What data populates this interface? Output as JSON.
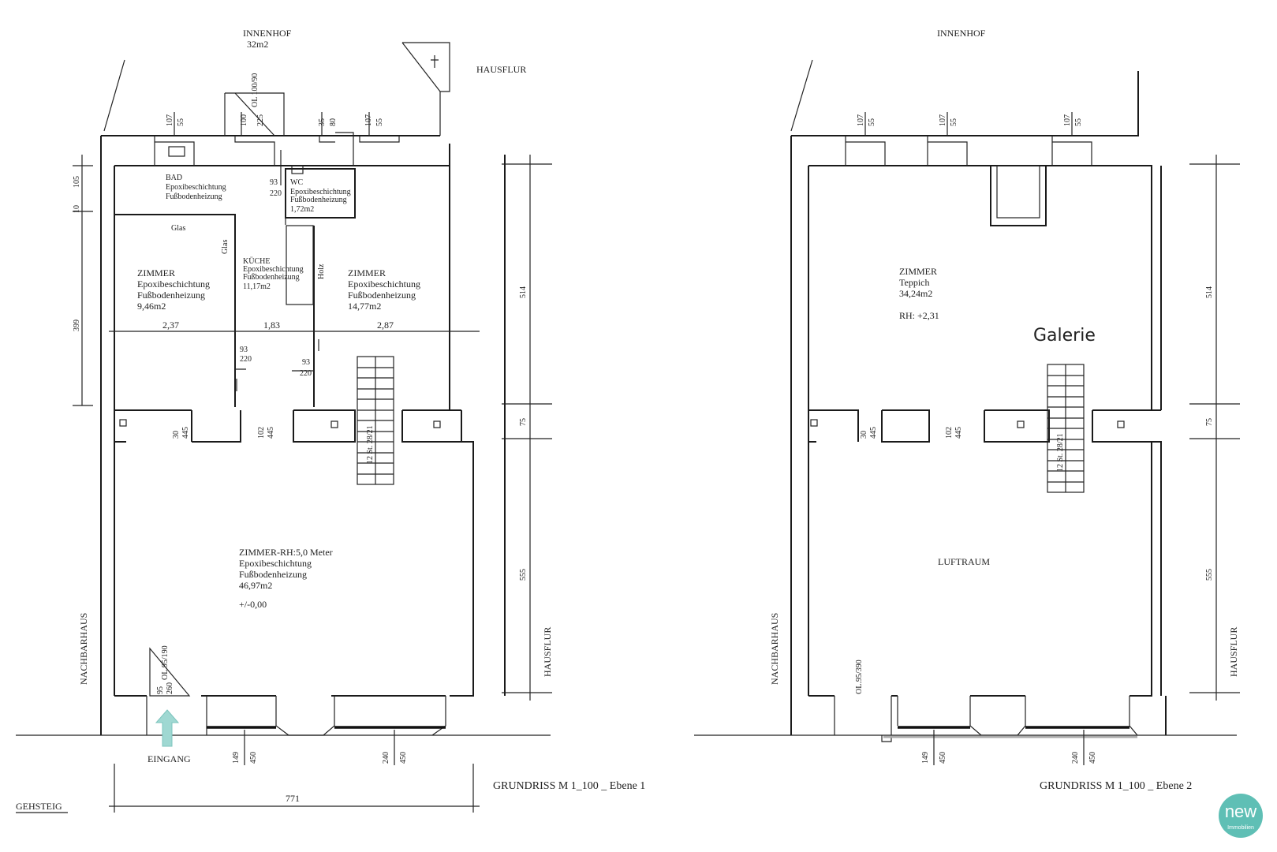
{
  "plan1": {
    "innenhof": "INNENHOF",
    "innenhof_area": "32m2",
    "hausflur_top": "HAUSFLUR",
    "hausflur_side": "HAUSFLUR",
    "nachbarhaus": "NACHBARHAUS",
    "gehsteig": "GEHSTEIG",
    "eingang": "EINGANG",
    "title": "GRUNDRISS M 1_100 _ Ebene 1",
    "window_top_1": [
      "107",
      "55"
    ],
    "window_top_2": [
      "100",
      "225"
    ],
    "window_ol": "OL 100/90",
    "window_top_3": [
      "35",
      "80"
    ],
    "window_top_4": [
      "107",
      "55"
    ],
    "bad": [
      "BAD",
      "Epoxibeschichtung",
      "Fußbodenheizung"
    ],
    "wc": [
      "WC",
      "Epoxibeschichtung",
      "Fußbodenheizung",
      "1,72m2"
    ],
    "kueche": [
      "KÜCHE",
      "Epoxibeschichtung",
      "Fußbodenheizung",
      "11,17m2"
    ],
    "zimmer_left": [
      "ZIMMER",
      "Epoxibeschichtung",
      "Fußbodenheizung",
      "9,46m2"
    ],
    "zimmer_right": [
      "ZIMMER",
      "Epoxibeschichtung",
      "Fußbodenheizung",
      "14,77m2"
    ],
    "zimmer_main": [
      "ZIMMER-RH:5,0 Meter",
      "Epoxibeschichtung",
      "Fußbodenheizung",
      "46,97m2",
      "+/-0,00"
    ],
    "glas_h": "Glas",
    "glas_v": "Glas",
    "holz": "Holz",
    "door_wc": [
      "93",
      "220"
    ],
    "door_left": [
      "93",
      "220"
    ],
    "door_right": [
      "93",
      "220"
    ],
    "width_left": "2,37",
    "width_mid": "1,83",
    "width_right": "2,87",
    "dim_left_top": [
      "10",
      "105"
    ],
    "dim_left_mid": "399",
    "dim_right_top": "514",
    "dim_right_mid": "75",
    "dim_right_bottom": "555",
    "opening_1": [
      "30",
      "445"
    ],
    "opening_2": [
      "102",
      "445"
    ],
    "stairs": "12 St. 28/21",
    "door_entry": [
      "95",
      "260"
    ],
    "door_entry_ol": "OL.95/190",
    "window_bottom_1": [
      "149",
      "450"
    ],
    "window_bottom_2": [
      "240",
      "450"
    ],
    "total_width": "771"
  },
  "plan2": {
    "innenhof": "INNENHOF",
    "nachbarhaus": "NACHBARHAUS",
    "hausflur_side": "HAUSFLUR",
    "title": "GRUNDRISS M 1_100 _ Ebene 2",
    "window_top_1": [
      "107",
      "55"
    ],
    "window_top_2": [
      "107",
      "55"
    ],
    "window_top_3": [
      "107",
      "55"
    ],
    "zimmer": [
      "ZIMMER",
      "Teppich",
      "34,24m2",
      "RH: +2,31"
    ],
    "galerie": "Galerie",
    "luftraum": "LUFTRAUM",
    "dim_right_top": "514",
    "dim_right_mid": "75",
    "dim_right_bottom": "555",
    "opening_1": [
      "30",
      "445"
    ],
    "opening_2": [
      "102",
      "445"
    ],
    "stairs": "12 St. 28/21",
    "door_ol": "OL.95/390",
    "window_bottom_1": [
      "149",
      "450"
    ],
    "window_bottom_2": [
      "240",
      "450"
    ]
  },
  "logo": {
    "mark": "new",
    "text": "Immobilien",
    "color": "#5fbfb5"
  },
  "colors": {
    "entrance_arrow": "#9fd8d2",
    "lines": "#1a1a1a"
  }
}
